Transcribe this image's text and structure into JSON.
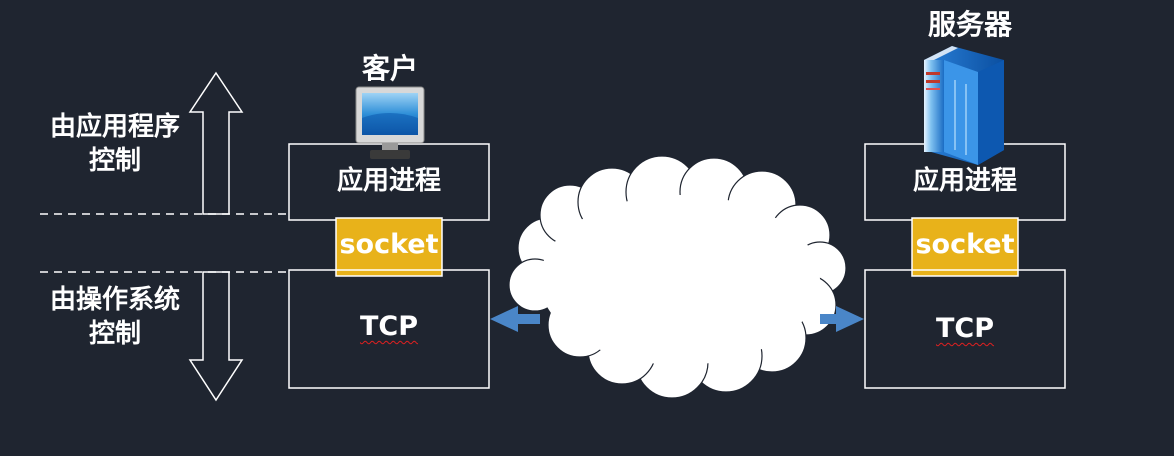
{
  "side_labels": {
    "app_controlled_line1": "由应用程序",
    "app_controlled_line2": "控制",
    "os_controlled_line1": "由操作系统",
    "os_controlled_line2": "控制"
  },
  "client": {
    "title": "客户",
    "app_process": "应用进程",
    "socket": "socket",
    "tcp": "TCP"
  },
  "server": {
    "title": "服务器",
    "app_process": "应用进程",
    "socket": "socket",
    "tcp": "TCP"
  },
  "colors": {
    "background": "#1f2530",
    "socket_fill": "#e8b21a",
    "arrow_blue": "#4a86c8",
    "box_stroke": "#ffffff"
  },
  "icons": {
    "client": "monitor-icon",
    "server": "server-tower-icon"
  }
}
